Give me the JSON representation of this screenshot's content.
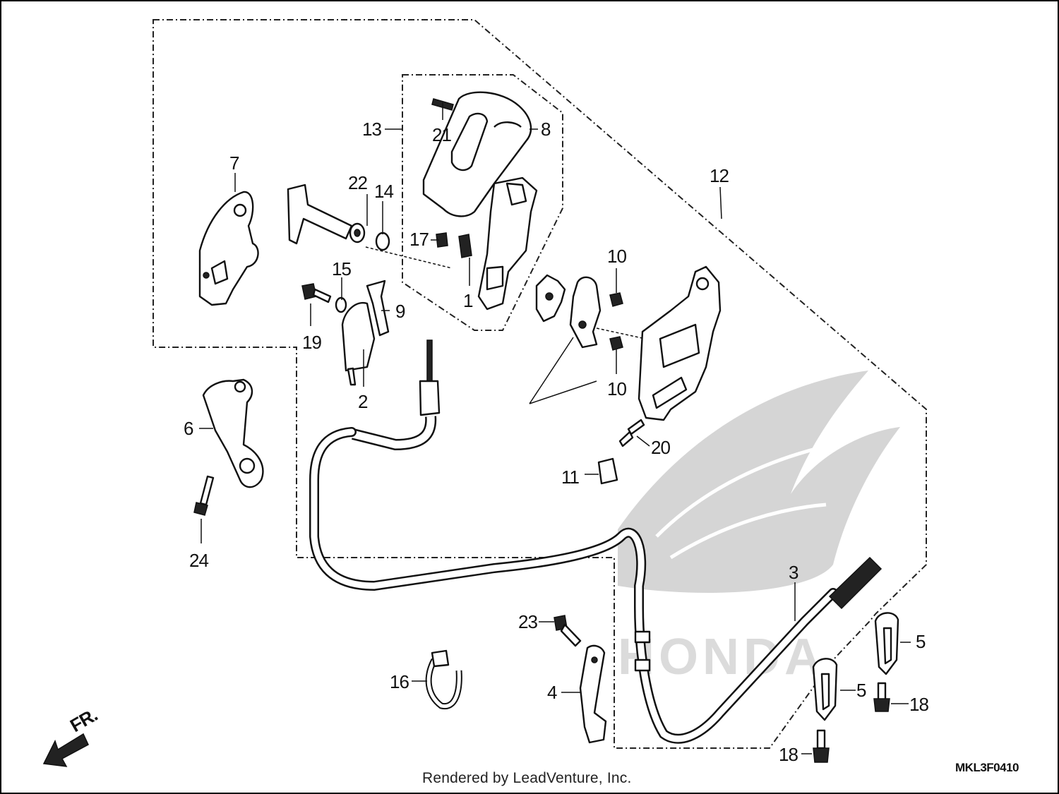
{
  "diagram": {
    "callouts": [
      {
        "id": "p1",
        "text": "1"
      },
      {
        "id": "p2",
        "text": "2"
      },
      {
        "id": "p3",
        "text": "3"
      },
      {
        "id": "p4",
        "text": "4"
      },
      {
        "id": "p5a",
        "text": "5"
      },
      {
        "id": "p5b",
        "text": "5"
      },
      {
        "id": "p6",
        "text": "6"
      },
      {
        "id": "p7",
        "text": "7"
      },
      {
        "id": "p8",
        "text": "8"
      },
      {
        "id": "p9",
        "text": "9"
      },
      {
        "id": "p10a",
        "text": "10"
      },
      {
        "id": "p10b",
        "text": "10"
      },
      {
        "id": "p11",
        "text": "11"
      },
      {
        "id": "p12",
        "text": "12"
      },
      {
        "id": "p13",
        "text": "13"
      },
      {
        "id": "p14",
        "text": "14"
      },
      {
        "id": "p15",
        "text": "15"
      },
      {
        "id": "p16",
        "text": "16"
      },
      {
        "id": "p17",
        "text": "17"
      },
      {
        "id": "p18a",
        "text": "18"
      },
      {
        "id": "p18b",
        "text": "18"
      },
      {
        "id": "p19",
        "text": "19"
      },
      {
        "id": "p20",
        "text": "20"
      },
      {
        "id": "p21",
        "text": "21"
      },
      {
        "id": "p22",
        "text": "22"
      },
      {
        "id": "p23",
        "text": "23"
      },
      {
        "id": "p24",
        "text": "24"
      }
    ],
    "direction_label": "FR.",
    "diagram_code": "MKL3F0410",
    "watermark_text": "HONDA",
    "credit": "Rendered by LeadVenture, Inc."
  }
}
